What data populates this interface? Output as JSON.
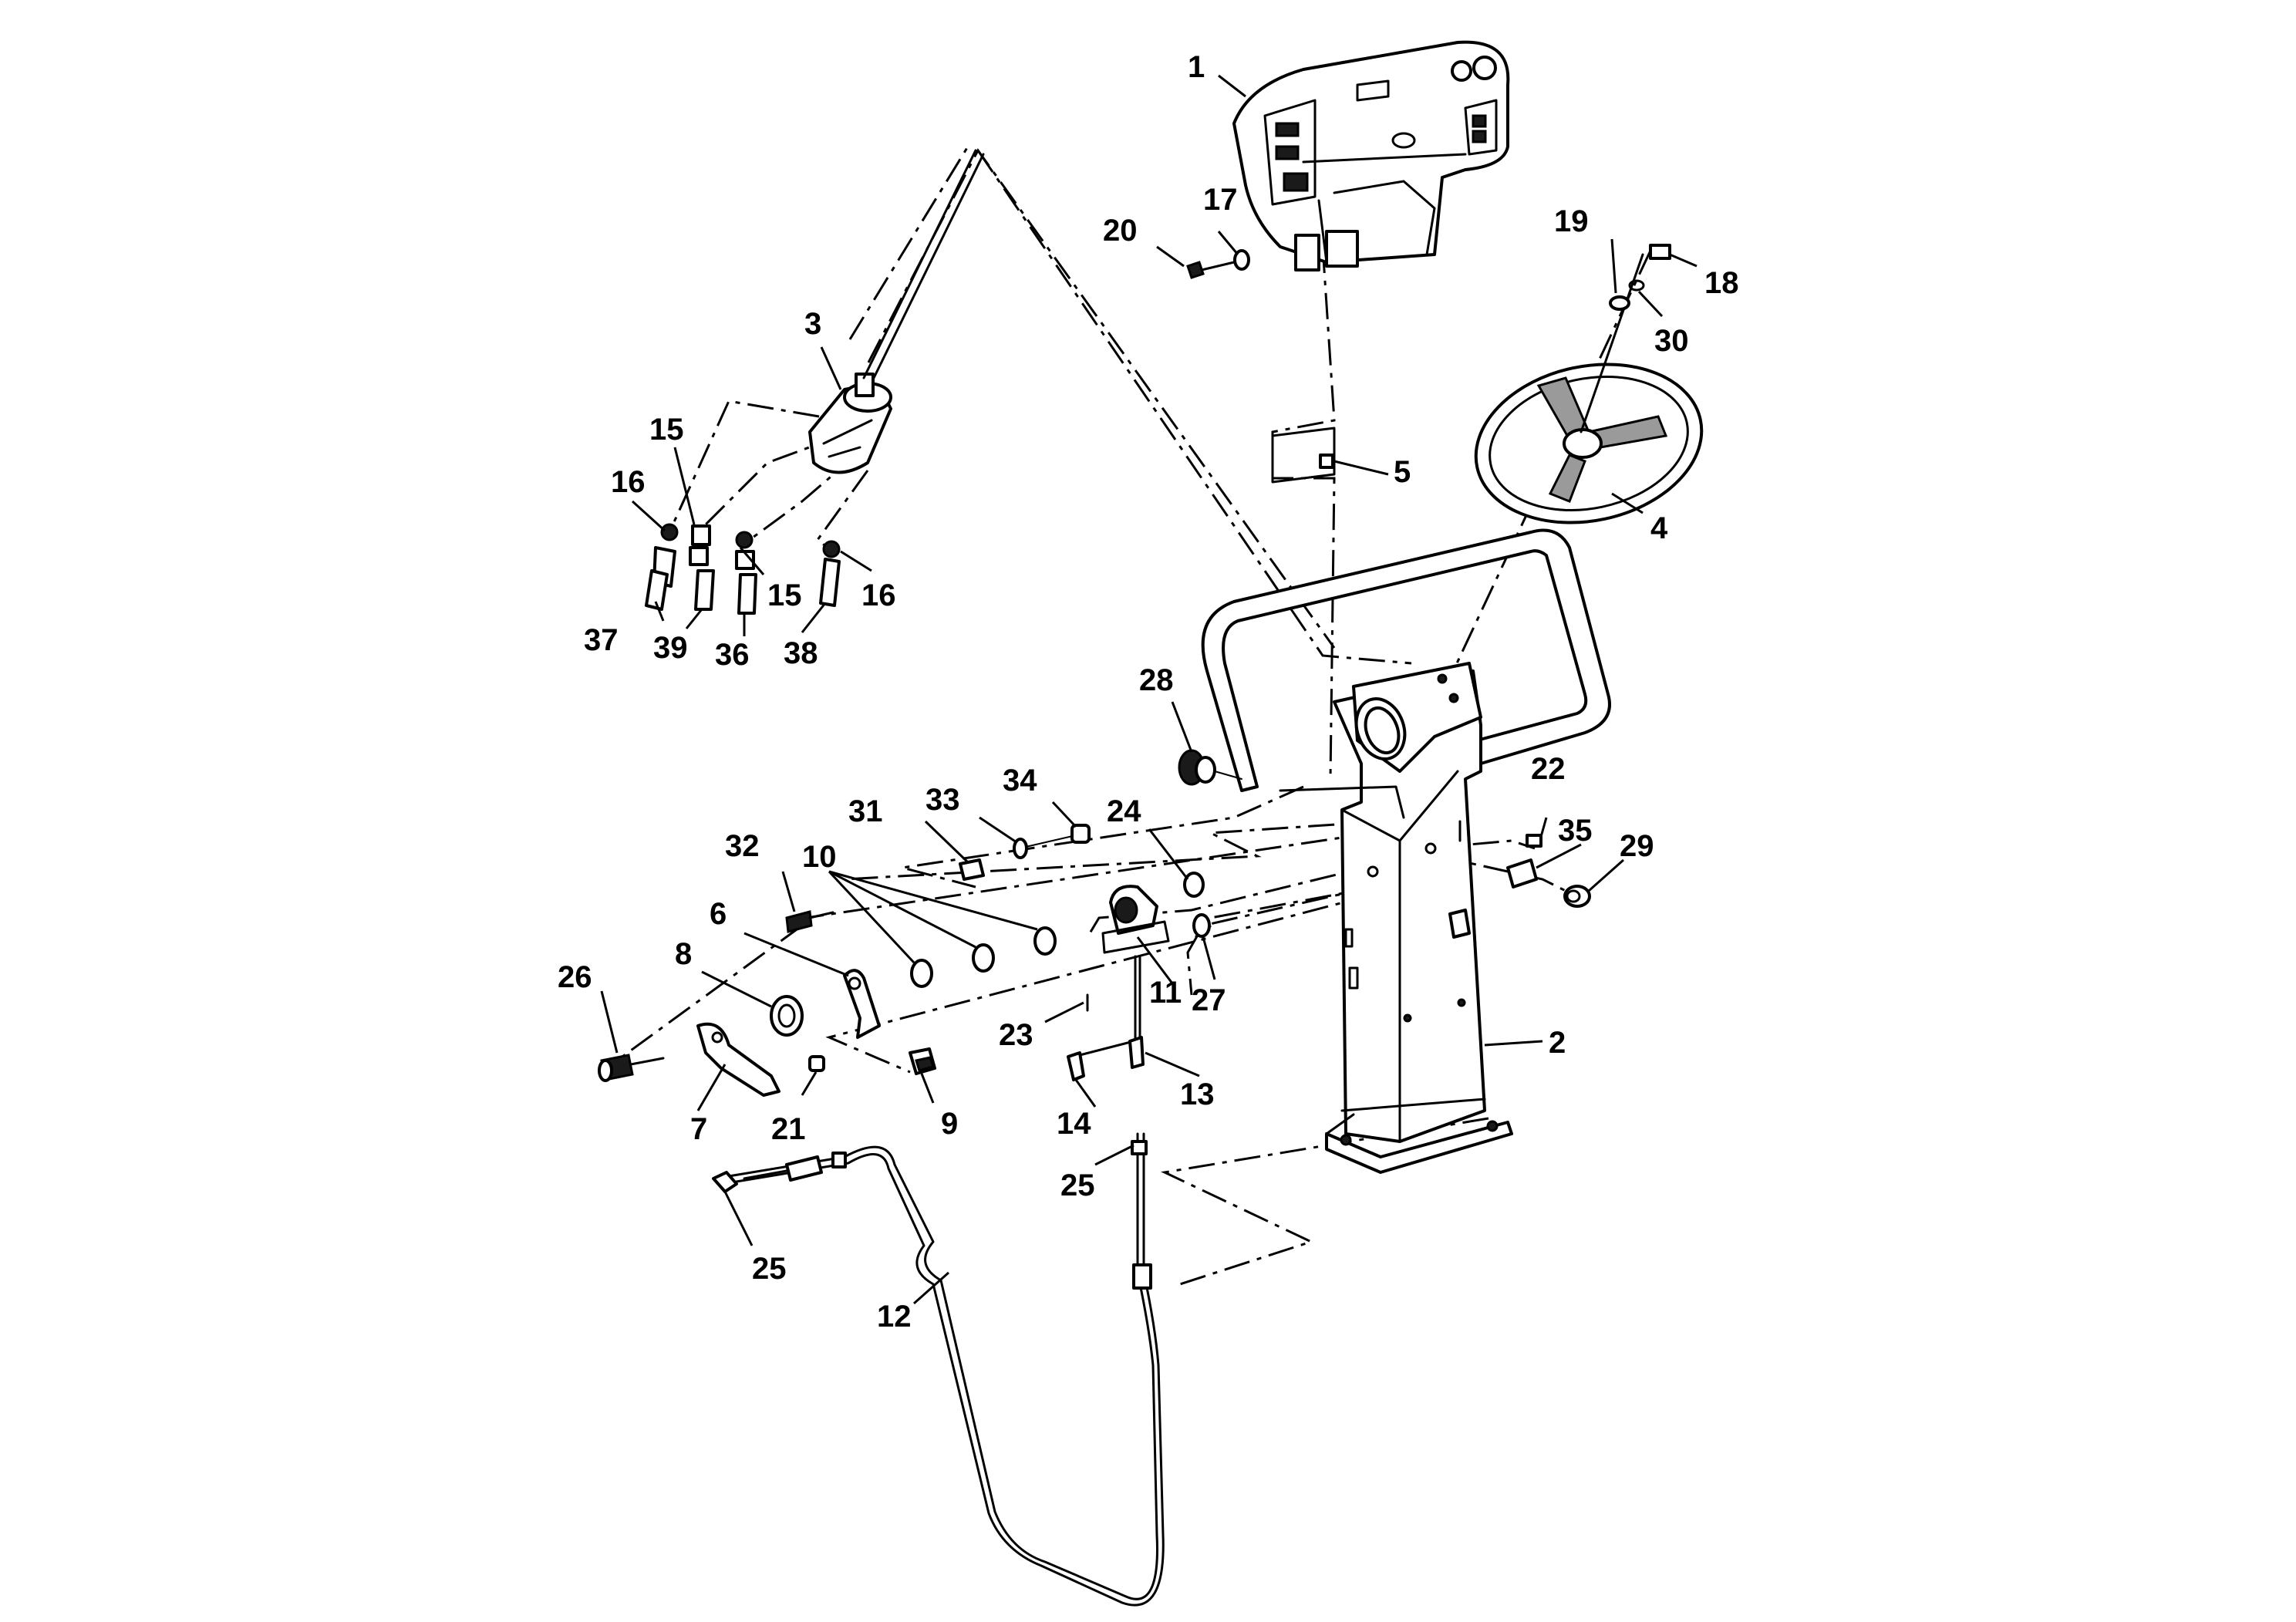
{
  "callouts": [
    {
      "label": "1"
    },
    {
      "label": "2"
    },
    {
      "label": "3"
    },
    {
      "label": "4"
    },
    {
      "label": "5"
    },
    {
      "label": "6"
    },
    {
      "label": "7"
    },
    {
      "label": "8"
    },
    {
      "label": "9"
    },
    {
      "label": "10"
    },
    {
      "label": "11"
    },
    {
      "label": "12"
    },
    {
      "label": "13"
    },
    {
      "label": "14"
    },
    {
      "label": "15"
    },
    {
      "label": "15"
    },
    {
      "label": "16"
    },
    {
      "label": "16"
    },
    {
      "label": "17"
    },
    {
      "label": "18"
    },
    {
      "label": "19"
    },
    {
      "label": "20"
    },
    {
      "label": "21"
    },
    {
      "label": "22"
    },
    {
      "label": "23"
    },
    {
      "label": "24"
    },
    {
      "label": "25"
    },
    {
      "label": "25"
    },
    {
      "label": "26"
    },
    {
      "label": "27"
    },
    {
      "label": "28"
    },
    {
      "label": "29"
    },
    {
      "label": "30"
    },
    {
      "label": "31"
    },
    {
      "label": "32"
    },
    {
      "label": "33"
    },
    {
      "label": "34"
    },
    {
      "label": "35"
    },
    {
      "label": "36"
    },
    {
      "label": "37"
    },
    {
      "label": "38"
    },
    {
      "label": "39"
    }
  ]
}
